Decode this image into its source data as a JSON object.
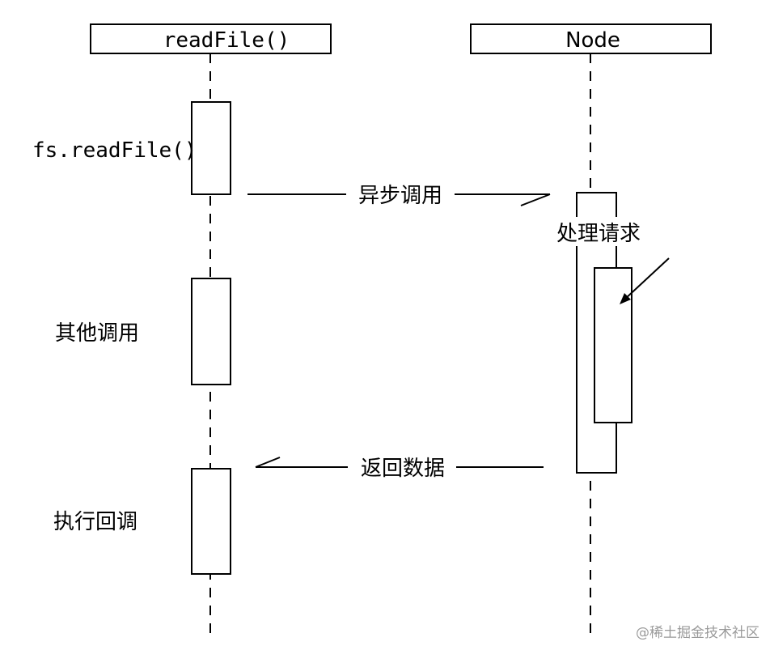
{
  "lifelines": {
    "left": "readFile()",
    "right": "Node"
  },
  "messages": {
    "async_call": "异步调用",
    "return_data": "返回数据"
  },
  "left_labels": {
    "fs_readfile": "fs.readFile()",
    "other_calls": "其他调用",
    "exec_callback": "执行回调"
  },
  "right_labels": {
    "process_request": "处理请求"
  },
  "watermark": "@稀土掘金技术社区"
}
